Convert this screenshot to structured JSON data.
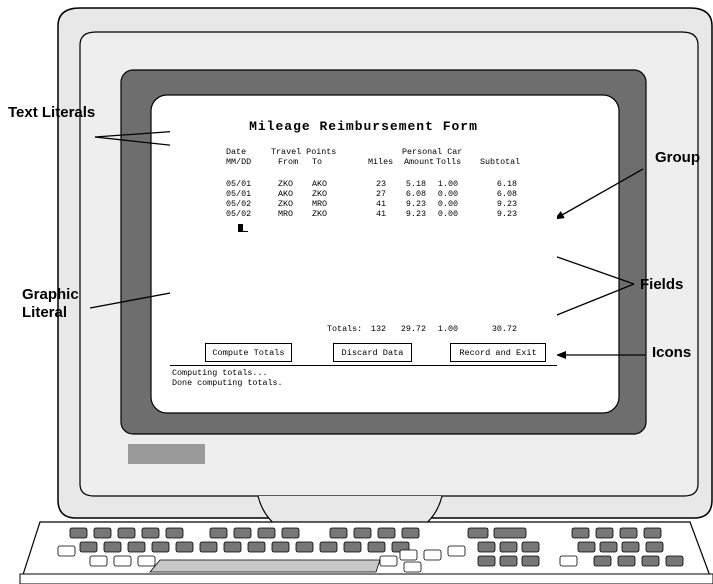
{
  "form": {
    "title": "Mileage Reimbursement Form",
    "header_row1": {
      "date": "Date",
      "travel": "Travel Points",
      "personal": "Personal Car"
    },
    "header_row2": {
      "mmdd": "MM/DD",
      "from": "From",
      "to": "To",
      "miles": "Miles",
      "amount": "Amount",
      "tolls": "Tolls",
      "subtotal": "Subtotal"
    },
    "rows": [
      {
        "date": "05/01",
        "from": "ZKO",
        "to": "AKO",
        "miles": "23",
        "amount": "5.18",
        "tolls": "1.00",
        "subtotal": "6.18"
      },
      {
        "date": "05/01",
        "from": "AKO",
        "to": "ZKO",
        "miles": "27",
        "amount": "6.08",
        "tolls": "0.00",
        "subtotal": "6.08"
      },
      {
        "date": "05/02",
        "from": "ZKO",
        "to": "MRO",
        "miles": "41",
        "amount": "9.23",
        "tolls": "0.00",
        "subtotal": "9.23"
      },
      {
        "date": "05/02",
        "from": "MRO",
        "to": "ZKO",
        "miles": "41",
        "amount": "9.23",
        "tolls": "0.00",
        "subtotal": "9.23"
      }
    ],
    "totals": {
      "label": "Totals:",
      "miles": "132",
      "amount": "29.72",
      "tolls": "1.00",
      "subtotal": "30.72"
    },
    "buttons": {
      "compute": "Compute Totals",
      "discard": "Discard Data",
      "record": "Record and Exit"
    },
    "status_lines": [
      "Computing totals...",
      "Done computing totals."
    ]
  },
  "callouts": {
    "text_literals": "Text Literals",
    "graphic_literal_1": "Graphic",
    "graphic_literal_2": "Literal",
    "group": "Group",
    "fields": "Fields",
    "icons": "Icons"
  }
}
